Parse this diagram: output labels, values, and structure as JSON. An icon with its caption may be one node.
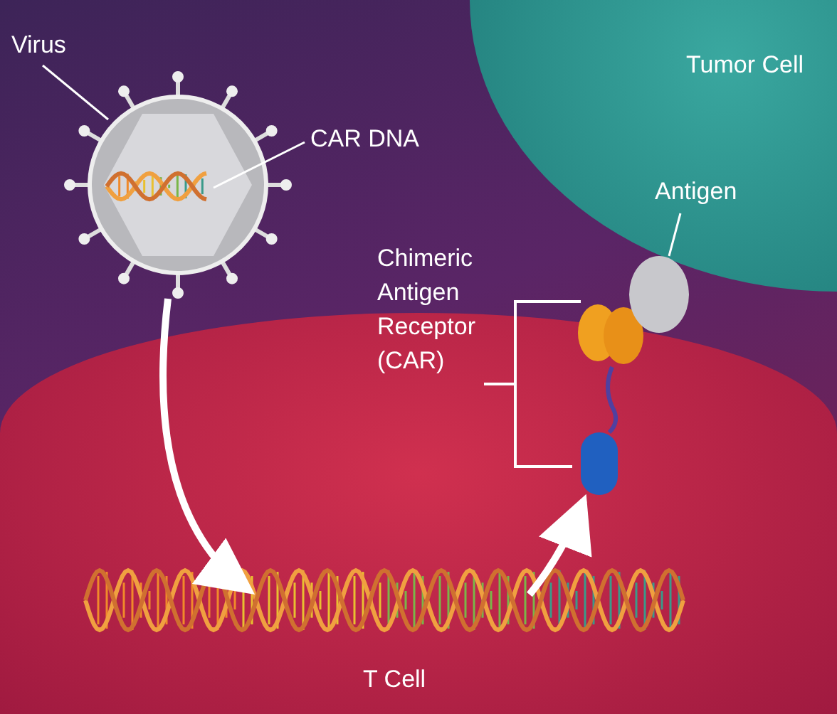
{
  "diagram": {
    "nodes": [
      {
        "text": [
          "Virus"
        ]
      },
      {
        "text": [],
        "shape": "circle"
      },
      {
        "text": [
          "CAR DNA"
        ]
      },
      {
        "text": [],
        "shape": "picture",
        "in": 1
      },
      {
        "text": [
          "Tumor Cell"
        ]
      },
      {
        "text": [
          "Antigen"
        ],
        "in": 4
      },
      {
        "text": [],
        "shape": "circle"
      },
      {
        "text": [],
        "shape": "picture",
        "in": 8
      },
      {
        "text": [
          "T Cell"
        ]
      },
      {
        "text": [],
        "shape": "picture",
        "in": 8
      }
    ],
    "edges": [
      {
        "from": 0,
        "to": 1,
        "arrow": "none"
      },
      {
        "from": 2,
        "to": 3,
        "arrow": "none"
      },
      {
        "from": 5,
        "to": 6,
        "arrow": "none"
      },
      {
        "from": 1,
        "to": 9,
        "arrow": "to",
        "style": "thick"
      },
      {
        "from": 9,
        "to": 7,
        "arrow": "to",
        "style": "thick"
      }
    ],
    "labels": [
      "Chimeric Antigen Receptor (CAR)"
    ]
  }
}
